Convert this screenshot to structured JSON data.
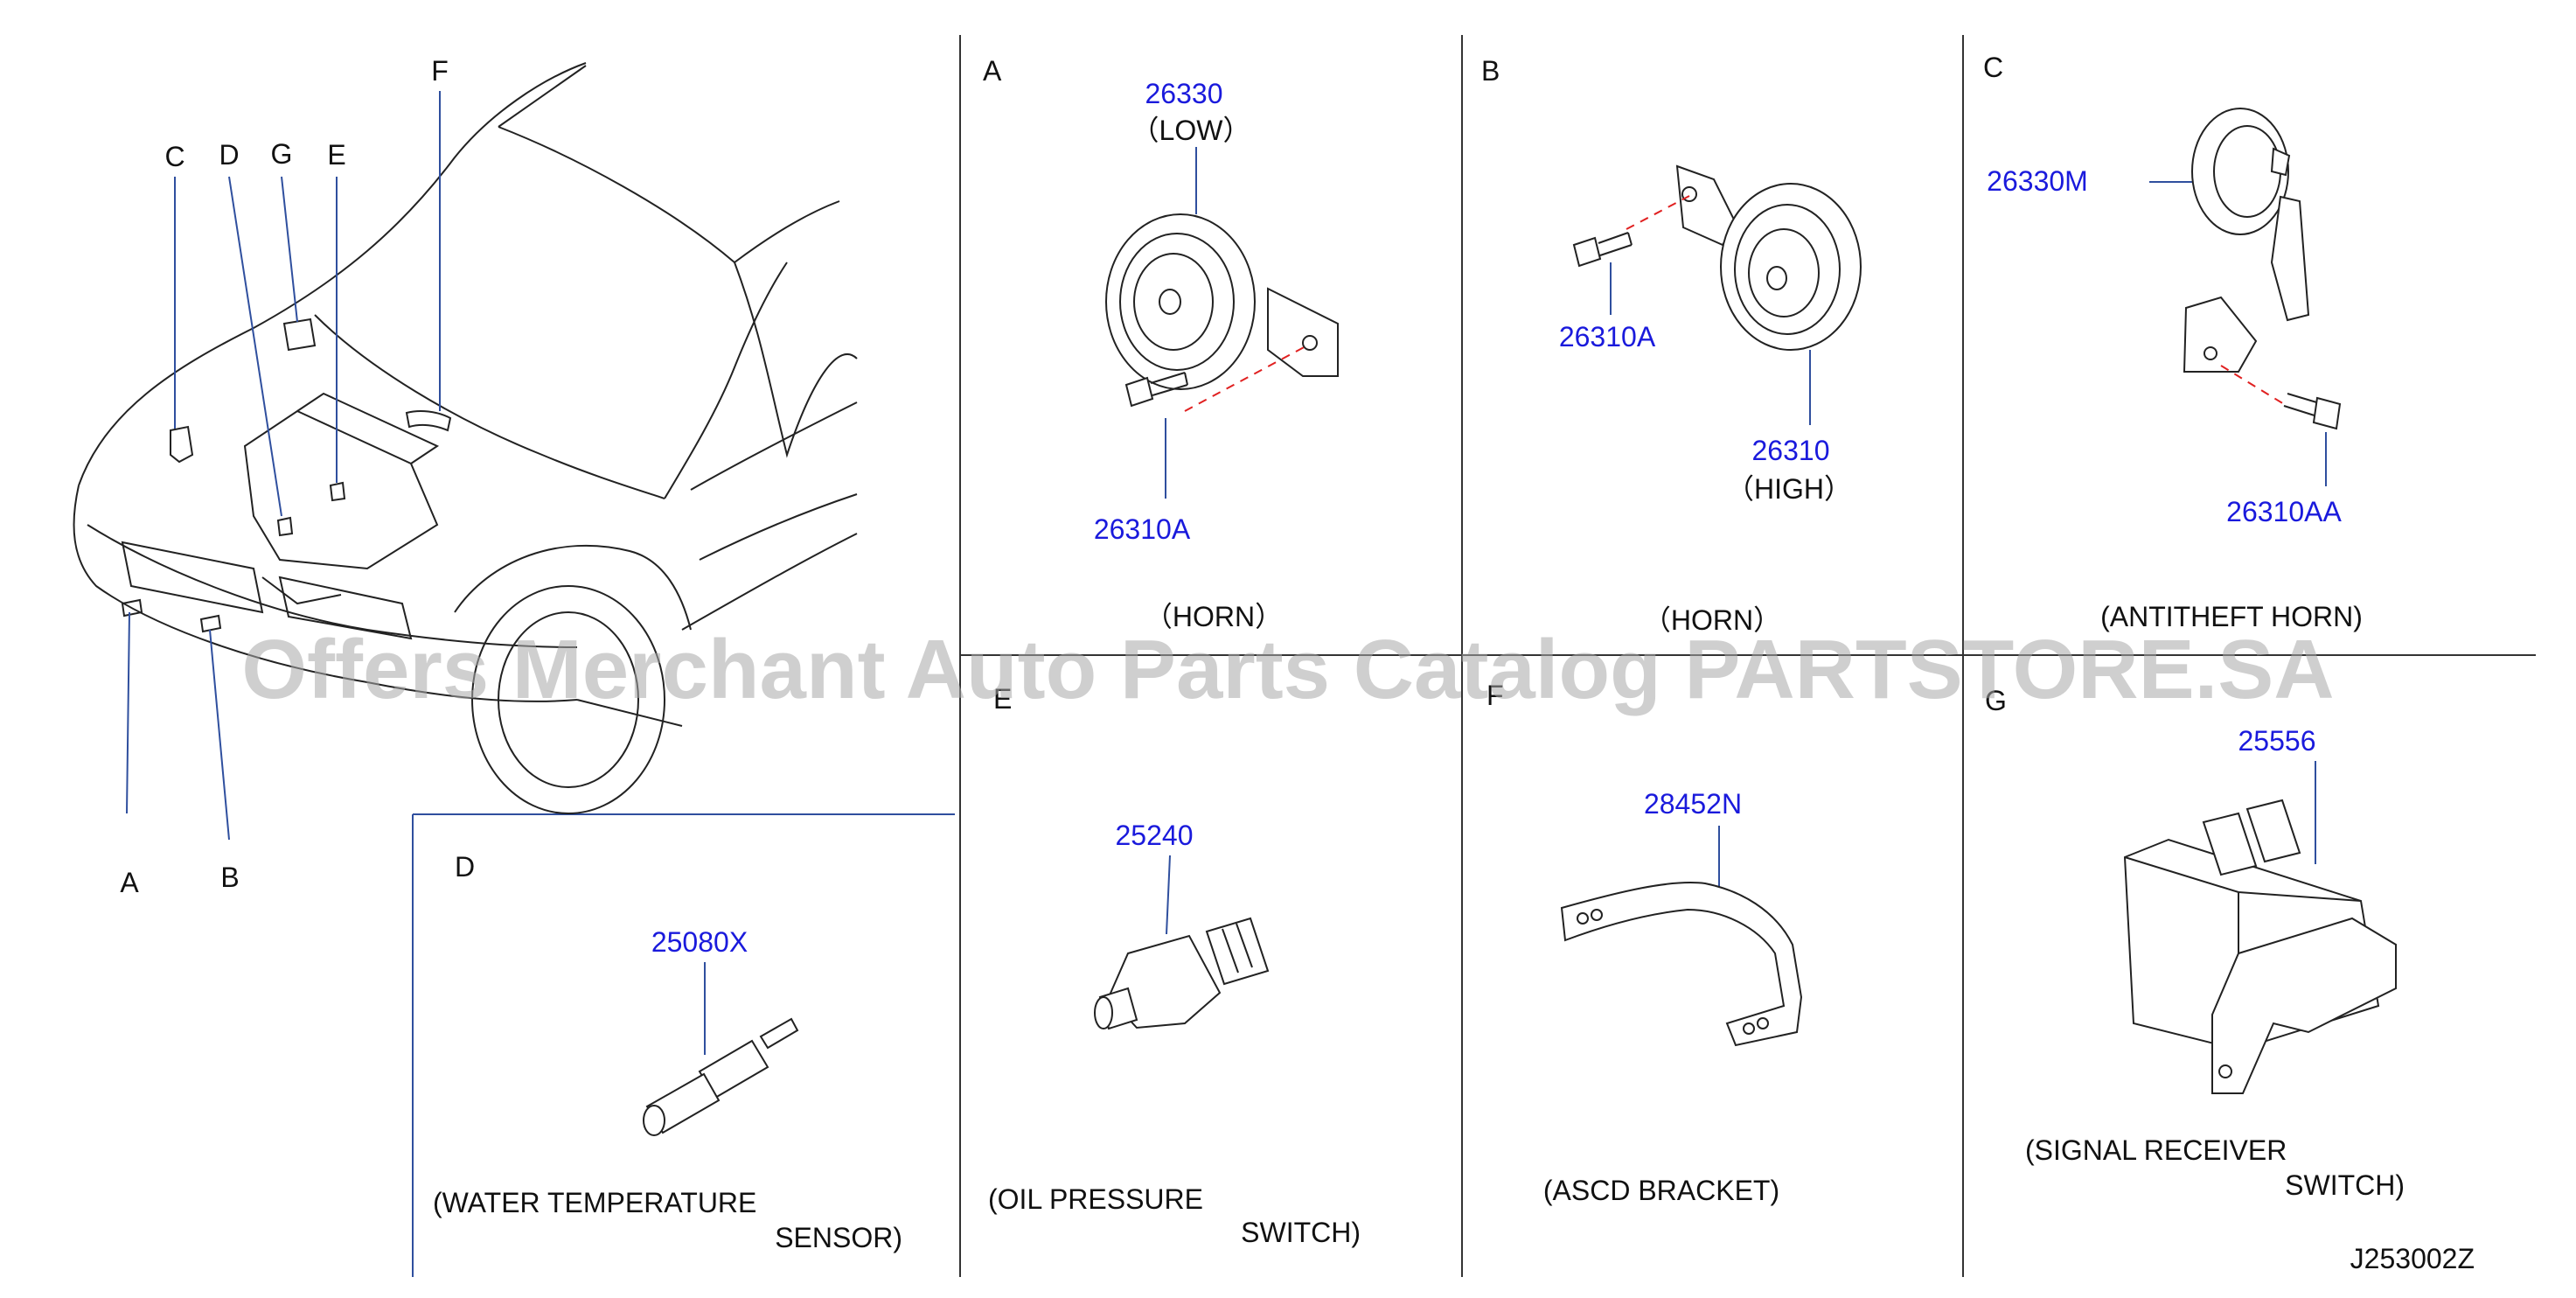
{
  "sections": {
    "vehicle": {
      "callouts": [
        "C",
        "D",
        "G",
        "E",
        "F",
        "A",
        "B"
      ]
    },
    "A": {
      "letter": "A",
      "part_main": "26330",
      "part_main_note": "（LOW）",
      "part_bolt": "26310A",
      "caption": "（HORN）"
    },
    "B": {
      "letter": "B",
      "part_bolt": "26310A",
      "part_main": "26310",
      "part_main_note": "（HIGH）",
      "caption": "（HORN）"
    },
    "C": {
      "letter": "C",
      "part_main": "26330M",
      "part_bolt": "26310AA",
      "caption": "(ANTITHEFT   HORN)"
    },
    "D": {
      "letter": "D",
      "part_main": "25080X",
      "caption_line1": "(WATER   TEMPERATURE",
      "caption_line2": "SENSOR)"
    },
    "E": {
      "letter": "E",
      "part_main": "25240",
      "caption_line1": "(OIL   PRESSURE",
      "caption_line2": "SWITCH)"
    },
    "F": {
      "letter": "F",
      "part_main": "28452N",
      "caption": "(ASCD   BRACKET)"
    },
    "G": {
      "letter": "G",
      "part_main": "25556",
      "caption_line1": "(SIGNAL   RECEIVER",
      "caption_line2": "SWITCH)"
    }
  },
  "diagram_code": "J253002Z",
  "watermark": "Offers Merchant Auto Parts Catalog PARTSTORE.SA",
  "colors": {
    "part_number": "#1a1adc",
    "leader_line": "#2f4f9e",
    "dashed_guide": "#e02020",
    "watermark": "#a8a8a8"
  }
}
